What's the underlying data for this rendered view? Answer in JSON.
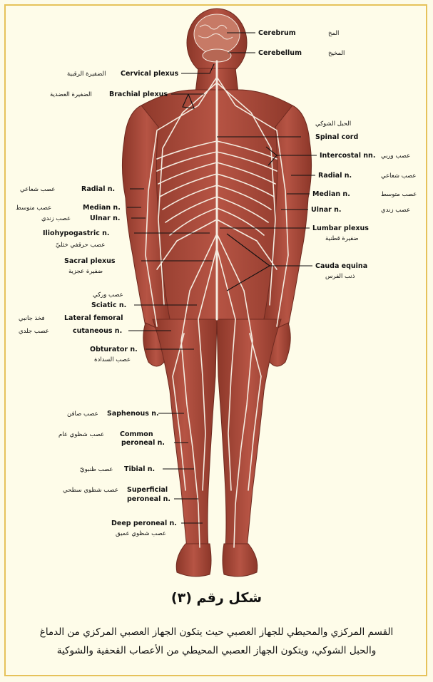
{
  "labels": {
    "cerebrum": {
      "en": "Cerebrum",
      "ar": "المخ"
    },
    "cerebellum": {
      "en": "Cerebellum",
      "ar": "المخيخ"
    },
    "cervical_plexus": {
      "en": "Cervical plexus",
      "ar": "الضفيرة الرقبية"
    },
    "brachial_plexus": {
      "en": "Brachial plexus",
      "ar": "الضفيرة العضدية"
    },
    "spinal_cord": {
      "en": "Spinal cord",
      "ar": "الحبل الشوكي"
    },
    "intercostal": {
      "en": "Intercostal nn.",
      "ar": "عصب وربي"
    },
    "radial_right": {
      "en": "Radial n.",
      "ar": "عصب شعاعي"
    },
    "median_right": {
      "en": "Median n.",
      "ar": "عصب متوسط"
    },
    "ulnar_right": {
      "en": "Ulnar n.",
      "ar": "عصب زندي"
    },
    "lumbar_plexus": {
      "en": "Lumbar plexus",
      "ar": "ضفيرة قطنية"
    },
    "cauda_equina": {
      "en": "Cauda equina",
      "ar": "ذنب الفرس"
    },
    "radial_left": {
      "en": "Radial n.",
      "ar": "عصب شعاعي"
    },
    "median_left": {
      "en": "Median n.",
      "ar": "عصب متوسط"
    },
    "ulnar_left": {
      "en": "Ulnar n.",
      "ar": "عصب زندي"
    },
    "iliohypogastric": {
      "en": "Iliohypogastric n.",
      "ar": "عصب حرقفي خثليّ"
    },
    "sacral_plexus": {
      "en": "Sacral plexus",
      "ar": "ضفيرة عجزية"
    },
    "sciatic": {
      "en": "Sciatic n.",
      "ar": "عصب وركي"
    },
    "lateral_femoral": {
      "en1": "Lateral femoral",
      "en2": "cutaneous n.",
      "ar1": "فخذ جانبي",
      "ar2": "عصب جلدي"
    },
    "obturator": {
      "en": "Obturator n.",
      "ar": "عصب السدادة"
    },
    "saphenous": {
      "en": "Saphenous n.",
      "ar": "عصب صافن"
    },
    "common_peroneal": {
      "en1": "Common",
      "en2": "peroneal n.",
      "ar": "عصب شظوي عام"
    },
    "tibial": {
      "en": "Tibial n.",
      "ar": "عصب ظنبويّ"
    },
    "superficial_peroneal": {
      "en1": "Superficial",
      "en2": "peroneal n.",
      "ar": "عصب شظوي سطحي"
    },
    "deep_peroneal": {
      "en": "Deep peroneal n.",
      "ar": "عصب شظوي عميق"
    }
  },
  "caption": {
    "title": "شكل رقم (٣)",
    "line1": "القسم المركزي والمحيطي للجهاز العصبي حيث يتكون الجهاز العصبي المركزي من الدماغ",
    "line2": "والحبل الشوكي، ويتكون الجهاز العصبي المحيطي من الأعصاب القحفية والشوكية"
  },
  "colors": {
    "body": "#a8483a",
    "body_shade": "#8a3528",
    "nerve": "#f2e9dd",
    "border": "#e6c25a"
  }
}
